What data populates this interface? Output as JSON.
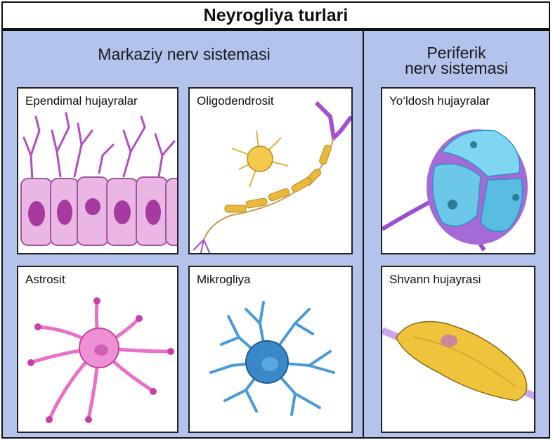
{
  "title": "Neyrogliya turlari",
  "central": {
    "title": "Markaziy nerv sistemasi",
    "cards": [
      {
        "label": "Ependimal hujayralar",
        "icon": "ependymal-cells-icon"
      },
      {
        "label": "Oligodendrosit",
        "icon": "oligodendrocyte-icon"
      },
      {
        "label": "Astrosit",
        "icon": "astrocyte-icon"
      },
      {
        "label": "Mikrogliya",
        "icon": "microglia-icon"
      }
    ]
  },
  "peripheral": {
    "title_line1": "Periferik",
    "title_line2": "nerv sistemasi",
    "cards": [
      {
        "label": "Yo‘ldosh hujayralar",
        "icon": "satellite-cells-icon"
      },
      {
        "label": "Shvann hujayrasi",
        "icon": "schwann-cell-icon"
      }
    ]
  },
  "colors": {
    "panel_bg": "#b3c3ec",
    "ependymal": "#d88fd6",
    "oligodendrocyte": "#e8b93a",
    "astrocyte": "#e970c9",
    "microglia": "#3a88c8",
    "satellite": "#6cc8e8",
    "schwann": "#f0c33c"
  }
}
